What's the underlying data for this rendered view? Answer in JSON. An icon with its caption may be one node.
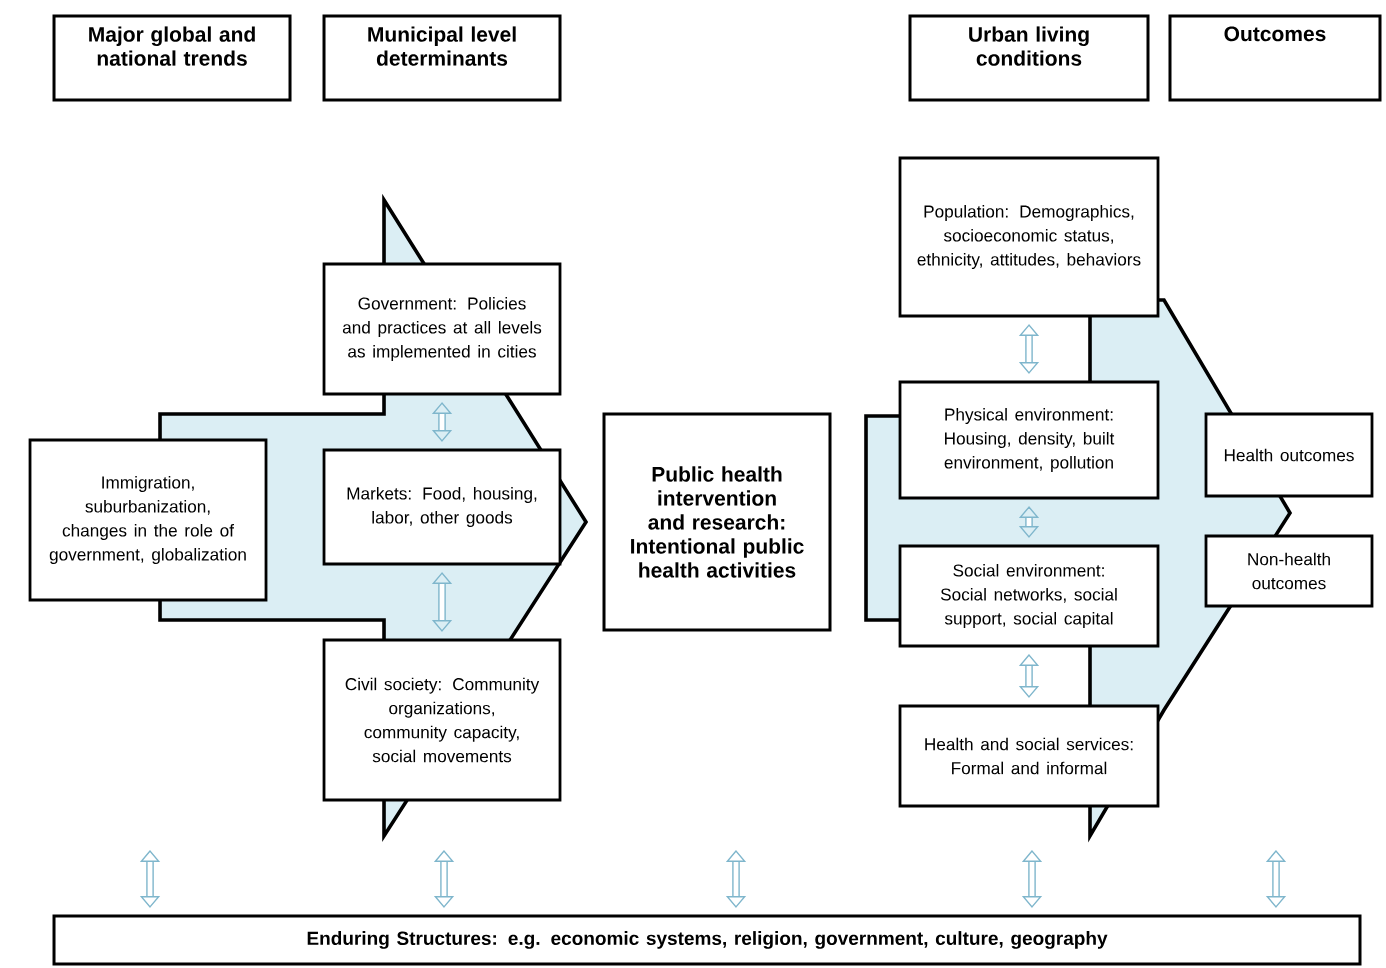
{
  "diagram": {
    "nodes": [
      {
        "text": [
          "Major global and national trends"
        ]
      },
      {
        "text": [
          "Municipal level determinants"
        ]
      },
      {
        "text": [
          "Urban living conditions"
        ]
      },
      {
        "text": [
          "Outcomes"
        ]
      },
      {
        "text": [
          "Immigration, suburbanization, changes in the role of government, globalization"
        ]
      },
      {
        "text": [
          "Government: Policies and practices at all levels as implemented in cities"
        ]
      },
      {
        "text": [
          "Markets: Food, housing, labor, other goods"
        ]
      },
      {
        "text": [
          "Civil society: Community organizations, community capacity, social movements"
        ]
      },
      {
        "text": [
          "Public health intervention and research: Intentional public health activities"
        ]
      },
      {
        "text": [
          "Population: Demographics, socioeconomic status, ethnicity, attitudes, behaviors"
        ]
      },
      {
        "text": [
          "Physical environment: Housing, density, built environment, pollution"
        ]
      },
      {
        "text": [
          "Social environment: Social networks, social support, social capital"
        ]
      },
      {
        "text": [
          "Health and social services: Formal and informal"
        ]
      },
      {
        "text": [
          "Health outcomes"
        ]
      },
      {
        "text": [
          "Non-health outcomes"
        ]
      },
      {
        "text": [
          "Enduring Structures: e.g. economic systems, religion, government, culture, geography"
        ]
      }
    ],
    "edges": [
      {
        "from": 4,
        "to": 8,
        "arrow": "to"
      },
      {
        "from": 8,
        "to": 13,
        "arrow": "to"
      },
      {
        "from": 8,
        "to": 14,
        "arrow": "to"
      },
      {
        "from": 5,
        "to": 6,
        "arrow": "both"
      },
      {
        "from": 6,
        "to": 7,
        "arrow": "both"
      },
      {
        "from": 9,
        "to": 10,
        "arrow": "both"
      },
      {
        "from": 10,
        "to": 11,
        "arrow": "both"
      },
      {
        "from": 11,
        "to": 12,
        "arrow": "both"
      },
      {
        "from": null,
        "to": 15,
        "arrow": "both"
      },
      {
        "from": null,
        "to": 15,
        "arrow": "both"
      },
      {
        "from": null,
        "to": 15,
        "arrow": "both"
      },
      {
        "from": null,
        "to": 15,
        "arrow": "both"
      },
      {
        "from": null,
        "to": 15,
        "arrow": "both"
      }
    ]
  }
}
